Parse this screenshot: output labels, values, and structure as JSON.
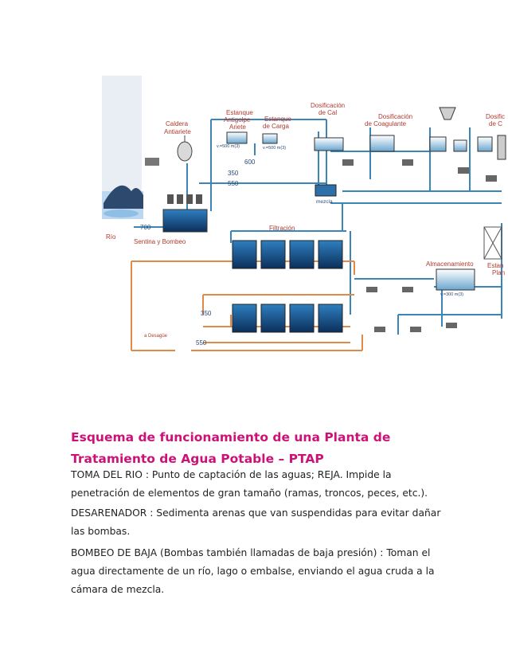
{
  "diagram": {
    "labels": {
      "caldera": [
        "Caldera",
        "Antiariete"
      ],
      "estanque_antigolpe": [
        "Estanque",
        "Antigolpe",
        "Ariete"
      ],
      "estanque_carga": [
        "Estanque",
        "de Carga"
      ],
      "dosif_cal": [
        "Dosificación",
        "de Cal"
      ],
      "dosif_coag": [
        "Dosificación",
        "de Coagulante"
      ],
      "dosif_right": [
        "Dosific",
        "de C"
      ],
      "vol1": "v.=500 m(3)",
      "vol2": "v.=500 m(3)",
      "vol3": "v.=300 m(3)",
      "d600": "600",
      "d350a": "350",
      "d550a": "550",
      "d700": "700",
      "rio": "Río",
      "sentina": "Sentina y Bombeo",
      "mezcla": "mezcla",
      "filtracion": "Filtración",
      "almacenamiento": "Almacenamiento",
      "estan_right": [
        "Estan",
        "Plan"
      ],
      "d350b": "350",
      "d550b": "550",
      "desague": "a Desagüe"
    }
  },
  "article": {
    "title": "Esquema de funcionamiento de una Planta de Tratamiento de Agua Potable – PTAP",
    "paragraphs": [
      "TOMA DEL RIO : Punto de captación de las aguas; REJA. Impide la penetración de elementos de gran tamaño (ramas, troncos, peces, etc.).",
      "DESARENADOR : Sedimenta arenas que van suspendidas para evitar dañar las bombas.",
      "BOMBEO DE BAJA (Bombas también llamadas de baja presión) : Toman el agua directamente de un río, lago o embalse, enviando el agua cruda a la cámara de mezcla."
    ]
  },
  "colors": {
    "pipe_blue": "#3a86b8",
    "pipe_orange": "#e08a4a",
    "title_magenta": "#cc1177",
    "label_red": "#b03a2e"
  }
}
